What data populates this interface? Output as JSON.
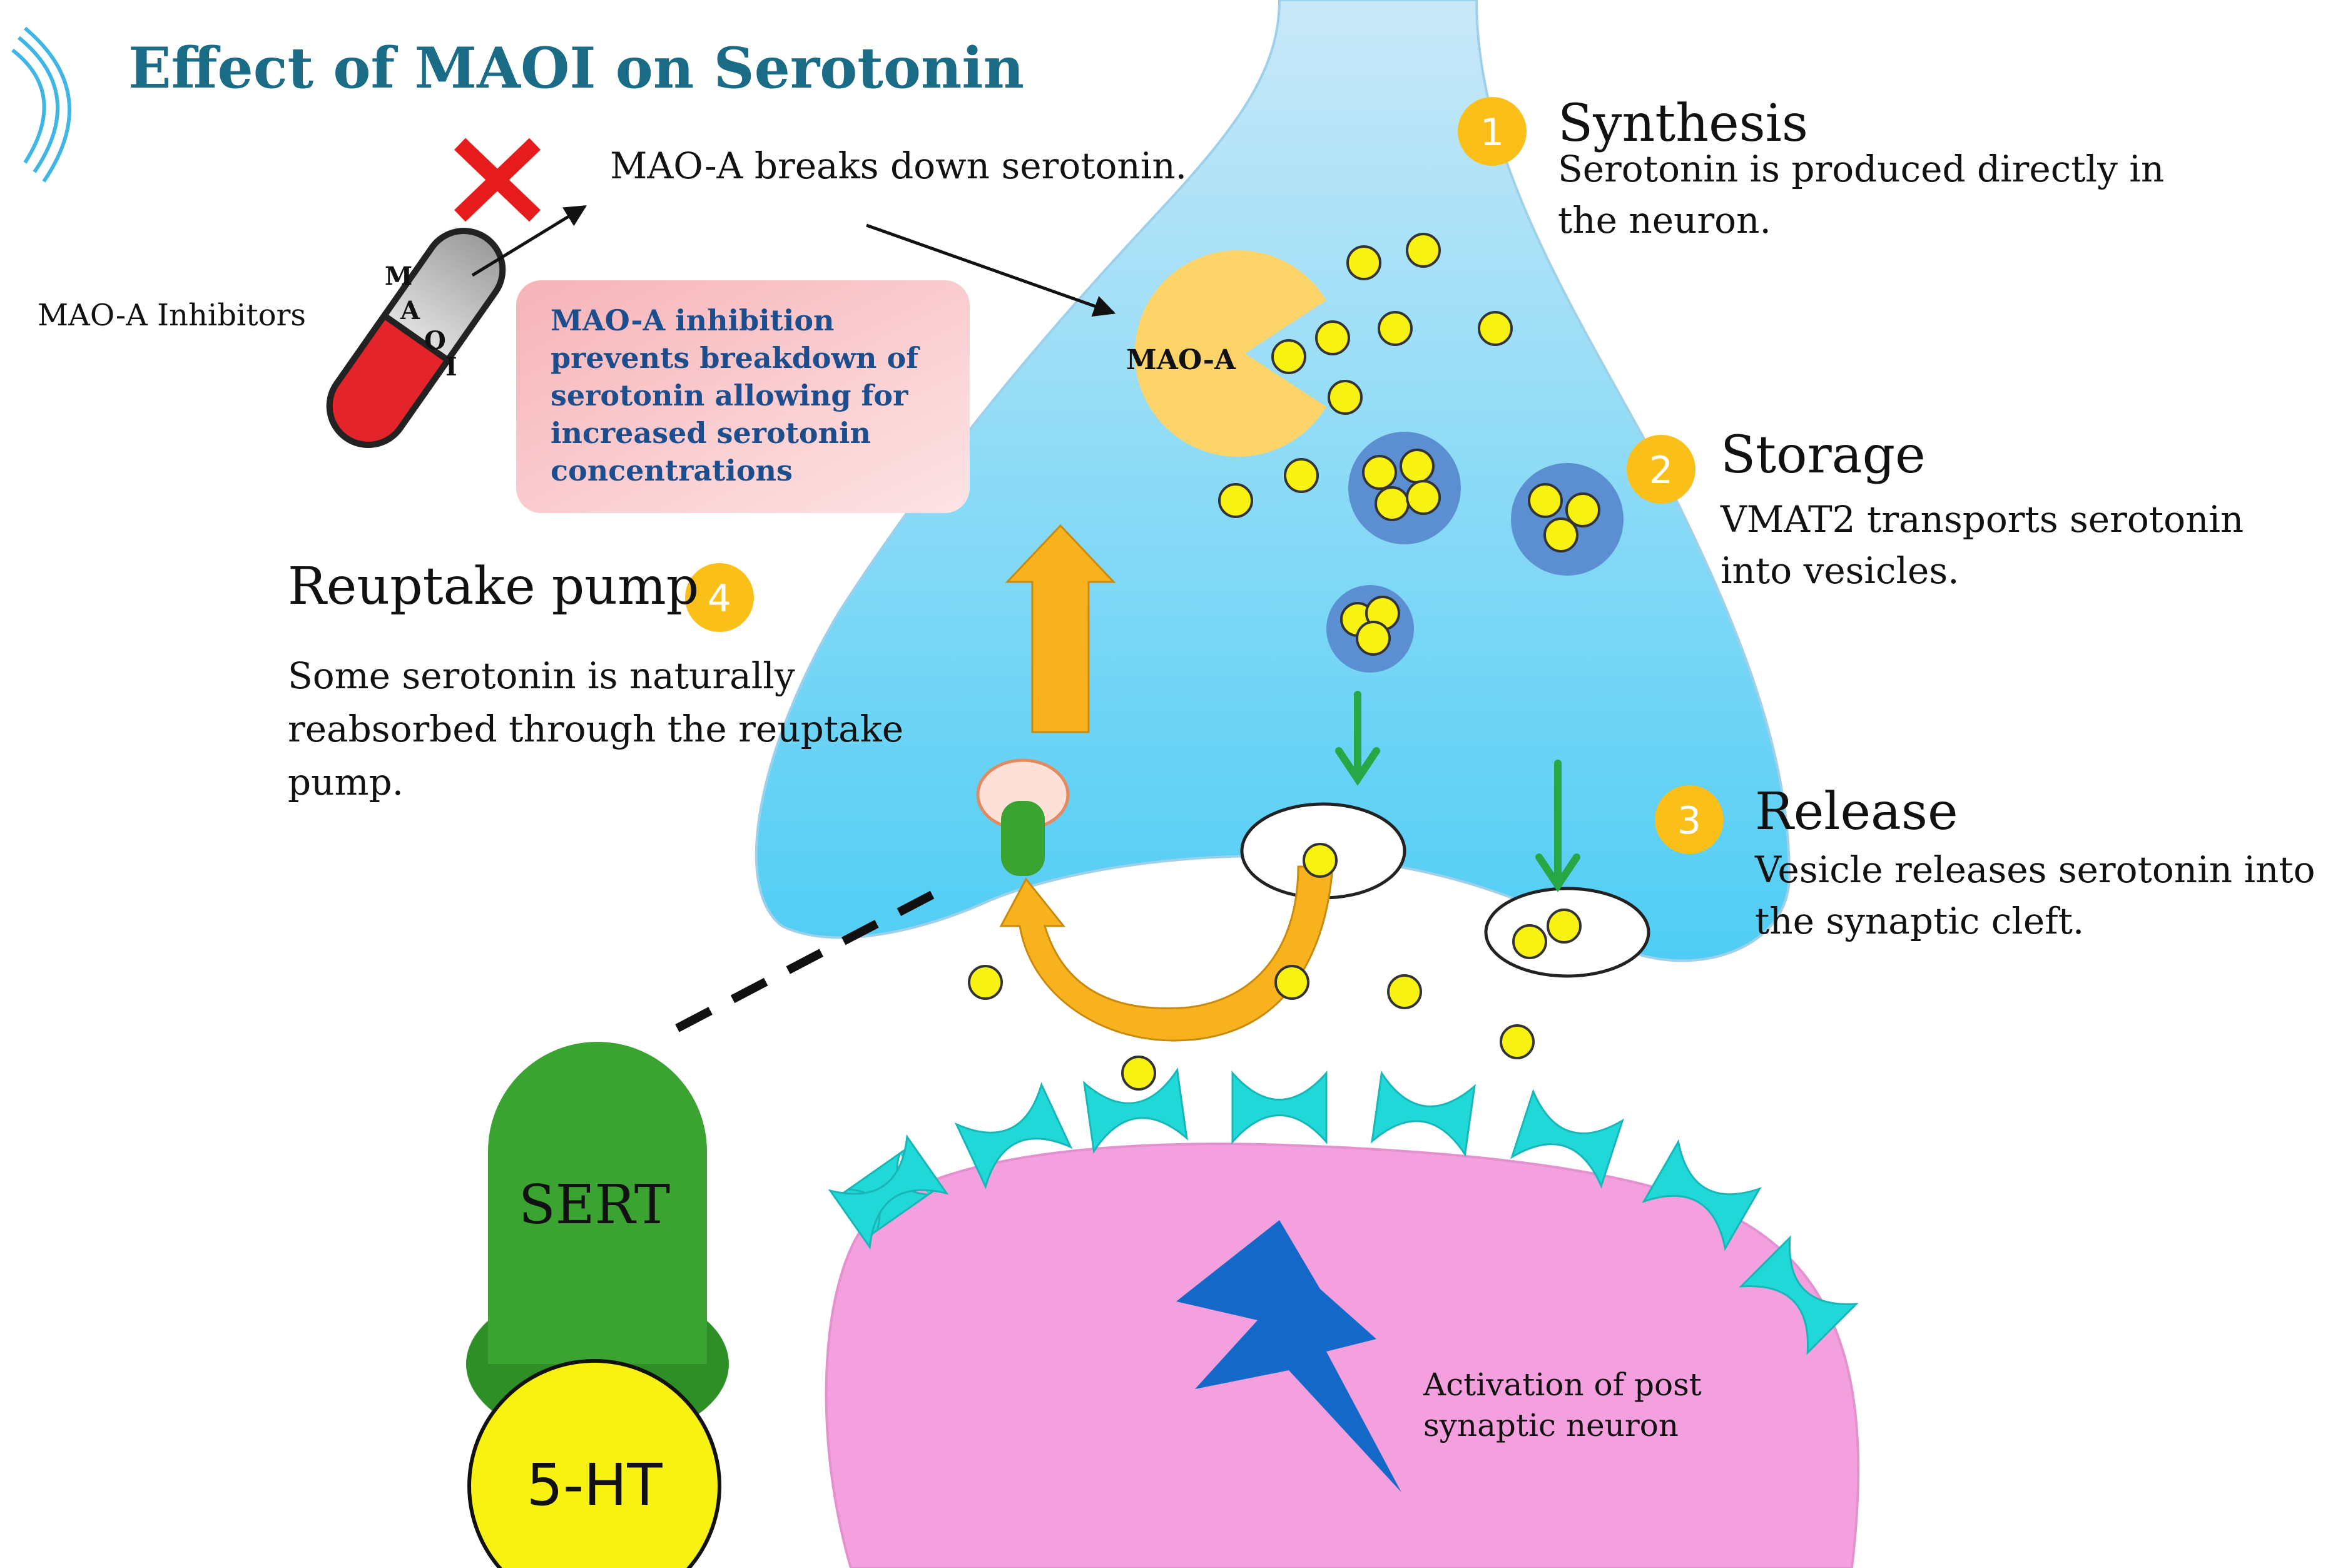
{
  "title": "Effect of MAOI on Serotonin",
  "colors": {
    "title": "#1a6b86",
    "presynaptic_top": "#c4e6f8",
    "presynaptic_bottom": "#55cff3",
    "postsynaptic": "#f5a0de",
    "receptor": "#21d8d8",
    "serotonin": "#f7f211",
    "vesicle": "#5b8fd1",
    "maoa": "#fcd46a",
    "sert": "#3aa331",
    "badge": "#fbbf1a",
    "arrow_orange": "#f7b21d",
    "arrow_green": "#27a746",
    "lightning": "#1469c8",
    "callout": "#f9c9cc",
    "cross": "#e61c1c"
  },
  "pill": {
    "top_letters": "M",
    "mid_letters": "A",
    "lower_letters": "O",
    "bottom_letters": "I"
  },
  "labels": {
    "maoa_inhibitors": "MAO-A Inhibitors",
    "maoa_breaks": "MAO-A breaks down serotonin.",
    "maoa_enzyme": "MAO-A",
    "inhibition_lines": [
      "MAO-A inhibition",
      "prevents breakdown of",
      "serotonin allowing for",
      "increased serotonin",
      "concentrations"
    ],
    "sert": "SERT",
    "five_ht": "5-HT",
    "activation_lines": [
      "Activation of post",
      "synaptic neuron"
    ]
  },
  "steps": [
    {
      "number": "1",
      "title": "Synthesis",
      "lines": [
        "Serotonin is produced directly in",
        "the neuron."
      ]
    },
    {
      "number": "2",
      "title": "Storage",
      "lines": [
        "VMAT2 transports serotonin",
        "into vesicles."
      ]
    },
    {
      "number": "3",
      "title": "Release",
      "lines": [
        "Vesicle releases serotonin into",
        "the synaptic cleft."
      ]
    },
    {
      "number": "4",
      "title": "Reuptake pump",
      "lines": [
        "Some serotonin is naturally",
        "reabsorbed through the reuptake",
        "pump."
      ]
    }
  ]
}
